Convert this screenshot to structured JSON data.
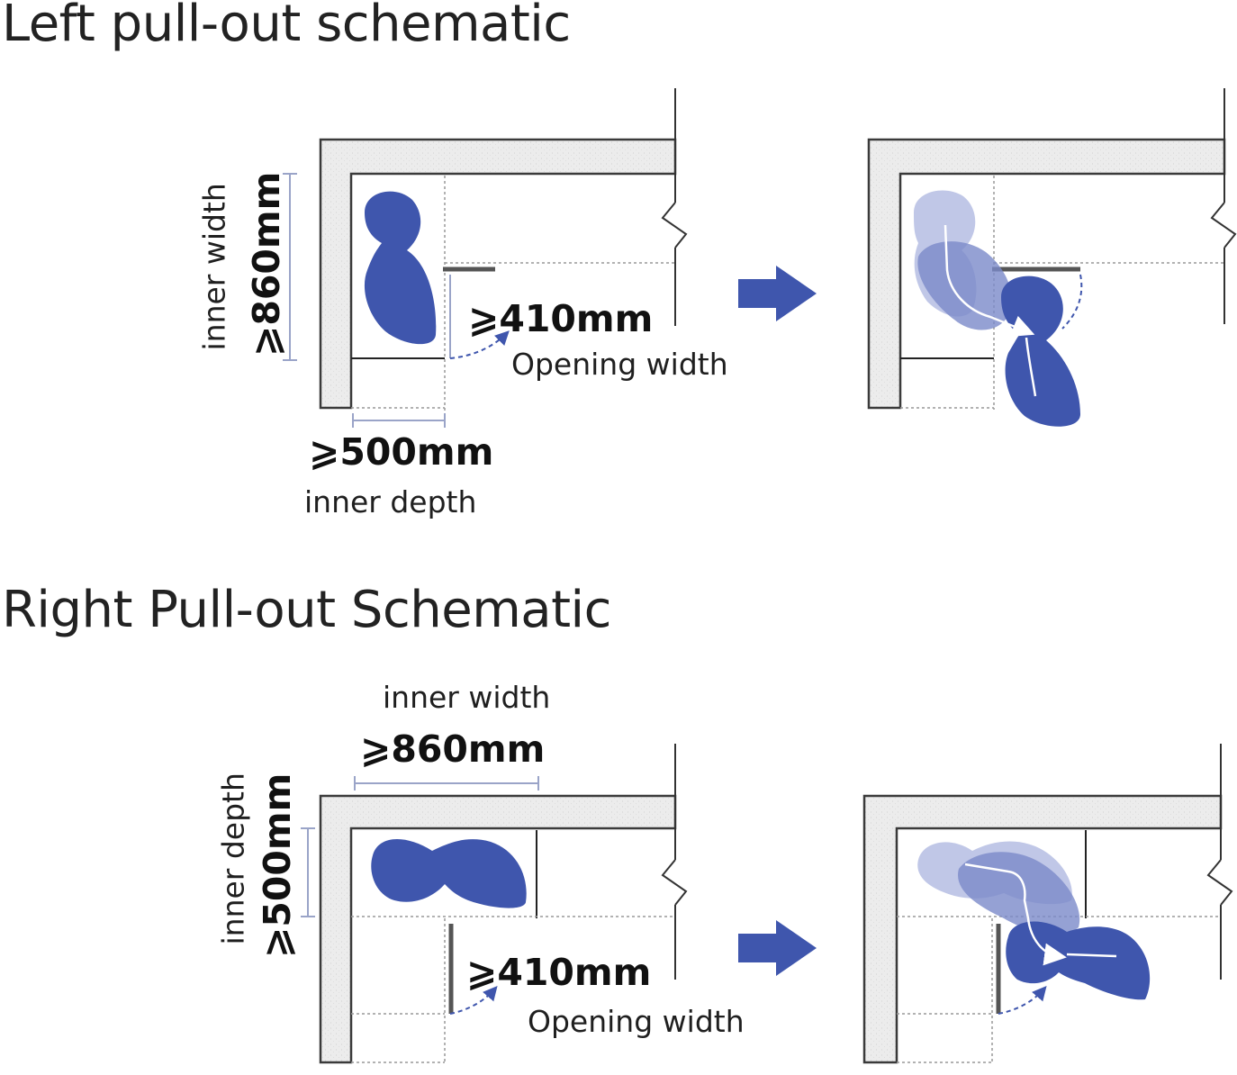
{
  "sections": [
    {
      "title": "Left pull-out schematic",
      "width_label": "inner width",
      "width_value": "⩾860mm",
      "opening_value": "⩾410mm",
      "opening_label": "Opening width",
      "depth_value": "⩾500mm",
      "depth_label": "inner depth"
    },
    {
      "title": "Right Pull-out Schematic",
      "width_label": "inner width",
      "width_value": "⩾860mm",
      "depth_label": "inner depth",
      "depth_value": "⩾500mm",
      "opening_value": "⩾410mm",
      "opening_label": "Opening width"
    }
  ],
  "colors": {
    "basket": "#3f56ad",
    "basket_light": "#b9c1e4",
    "basket_mid": "#7a89c9",
    "arrow": "#3f56ad",
    "wall_fill": "#ececec",
    "wall_stroke": "#3a3a3a",
    "dim_line": "#9aa4c8"
  }
}
